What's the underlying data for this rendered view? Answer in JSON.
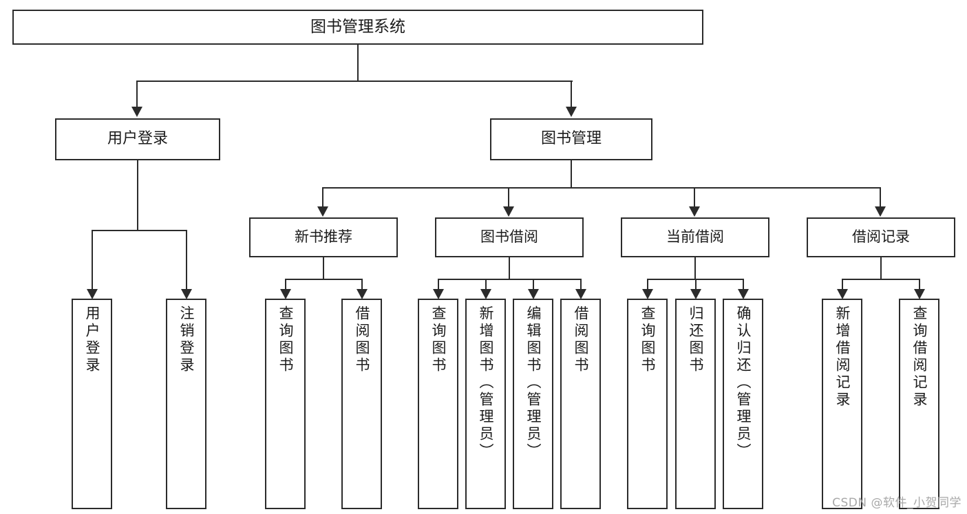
{
  "diagram": {
    "title": "图书管理系统",
    "watermark": "CSDN @软件_小贺同学",
    "root": {
      "label": "图书管理系统"
    },
    "level1": [
      {
        "label": "用户登录"
      },
      {
        "label": "图书管理"
      }
    ],
    "level2": [
      {
        "label": "新书推荐"
      },
      {
        "label": "图书借阅"
      },
      {
        "label": "当前借阅"
      },
      {
        "label": "借阅记录"
      }
    ],
    "leaves": {
      "user_login": [
        {
          "label": "用户登录"
        },
        {
          "label": "注销登录"
        }
      ],
      "new_book": [
        {
          "label": "查询图书"
        },
        {
          "label": "借阅图书"
        }
      ],
      "book_borrow": [
        {
          "label": "查询图书"
        },
        {
          "label": "新增图书（管理员）"
        },
        {
          "label": "编辑图书（管理员）"
        },
        {
          "label": "借阅图书"
        }
      ],
      "current_borrow": [
        {
          "label": "查询图书"
        },
        {
          "label": "归还图书"
        },
        {
          "label": "确认归还（管理员）"
        }
      ],
      "borrow_record": [
        {
          "label": "新增借阅记录"
        },
        {
          "label": "查询借阅记录"
        }
      ]
    }
  },
  "colors": {
    "stroke": "#2b2b2b",
    "background": "#ffffff",
    "watermark": "#a8a8a8"
  }
}
